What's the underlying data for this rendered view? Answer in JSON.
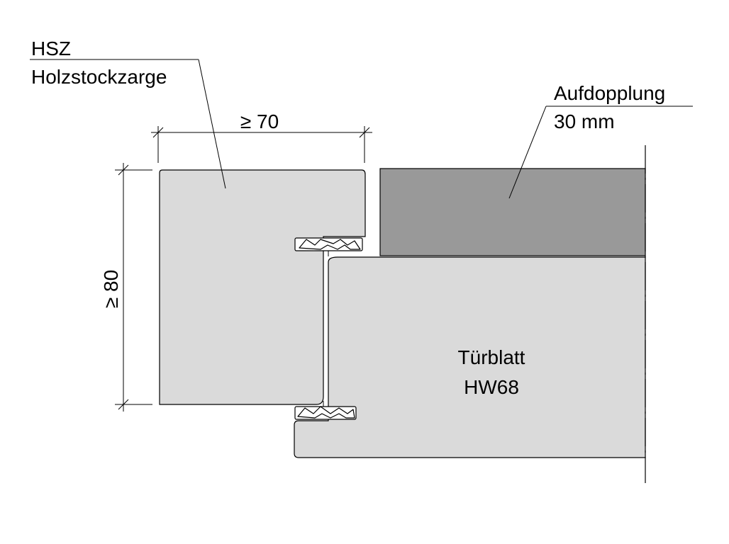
{
  "labels": {
    "frame_code": "HSZ",
    "frame_name": "Holzstockzarge",
    "lining_name": "Aufdopplung",
    "lining_thickness": "30 mm",
    "leaf_name": "Türblatt",
    "leaf_model": "HW68",
    "dim_width": "≥ 70",
    "dim_height": "≥ 80"
  },
  "colors": {
    "frame_fill": "#dadada",
    "leaf_fill": "#dadada",
    "lining_fill": "#999999",
    "line": "#000000",
    "background": "#ffffff"
  }
}
